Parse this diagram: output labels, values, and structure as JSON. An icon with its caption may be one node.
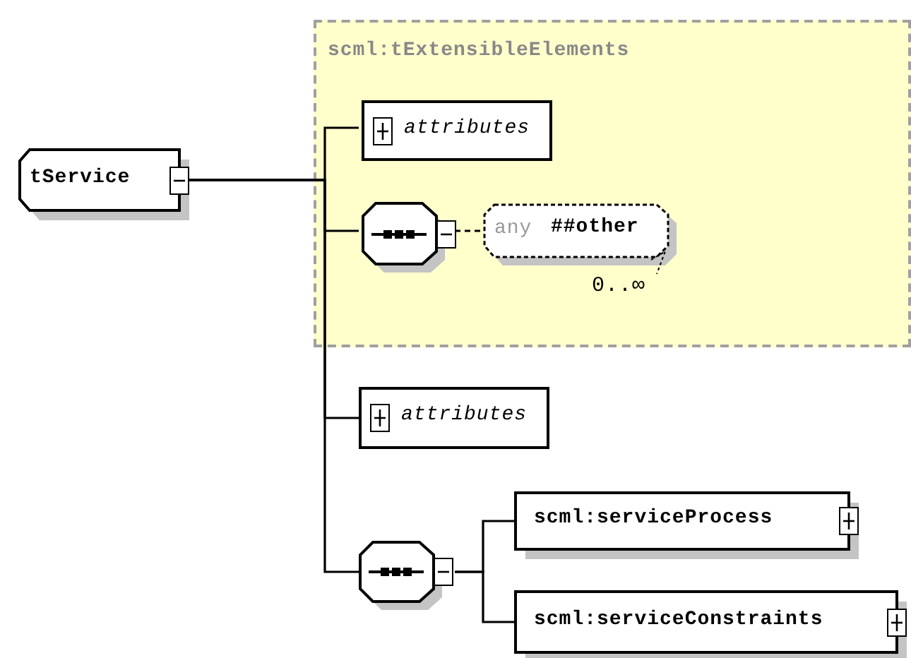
{
  "diagram": {
    "nodes": [
      {
        "text": [
          "tService"
        ]
      },
      {
        "text": [
          "scml:tExtensibleElements"
        ]
      },
      {
        "text": [
          "attributes"
        ],
        "in": 1
      },
      {
        "text": [],
        "shape": "octagon",
        "in": 1
      },
      {
        "text": [
          "any",
          "##other"
        ],
        "in": 1,
        "beside": [
          "0..∞"
        ]
      },
      {
        "text": [
          "attributes"
        ]
      },
      {
        "text": [],
        "shape": "octagon"
      },
      {
        "text": [
          "scml:serviceProcess"
        ]
      },
      {
        "text": [
          "scml:serviceConstraints"
        ]
      }
    ],
    "edges": [
      {
        "from": 0,
        "to": 2,
        "arrow": "none"
      },
      {
        "from": 0,
        "to": 3,
        "arrow": "none"
      },
      {
        "from": 0,
        "to": 5,
        "arrow": "none"
      },
      {
        "from": 0,
        "to": 6,
        "arrow": "none"
      },
      {
        "from": 3,
        "to": 4,
        "arrow": "none",
        "style": "dashed"
      },
      {
        "from": 6,
        "to": 7,
        "arrow": "none"
      },
      {
        "from": 6,
        "to": 8,
        "arrow": "none"
      }
    ]
  }
}
